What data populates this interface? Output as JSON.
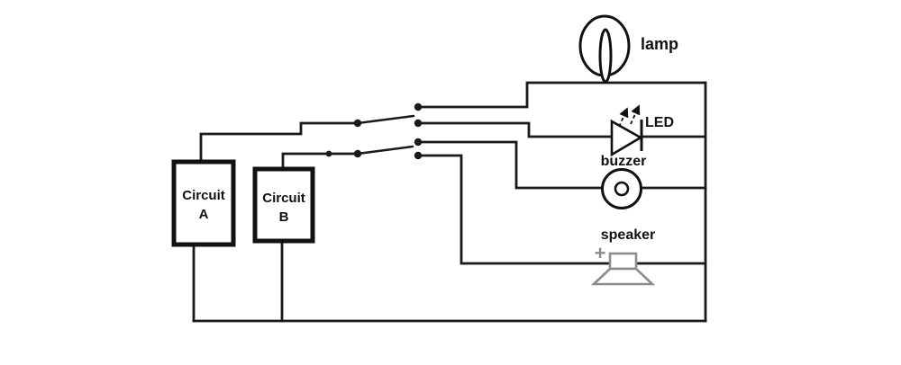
{
  "colors": {
    "wire": "#1a1a1a",
    "component_outline": "#111111",
    "speaker_symbol": "#8c8c8c",
    "background": "#ffffff"
  },
  "boxes": {
    "circuit_a": {
      "line1": "Circuit",
      "line2": "A"
    },
    "circuit_b": {
      "line1": "Circuit",
      "line2": "B"
    }
  },
  "outputs": {
    "lamp": {
      "label": "lamp"
    },
    "led": {
      "label": "LED"
    },
    "buzzer": {
      "label": "buzzer"
    },
    "speaker": {
      "label": "speaker",
      "polarity": "+"
    }
  },
  "switches": {
    "switch_a": {
      "type": "SPDT changeover",
      "pole": "Circuit A",
      "throw1": "lamp",
      "throw2": "LED"
    },
    "switch_b": {
      "type": "SPDT changeover",
      "pole": "Circuit B",
      "throw1": "buzzer",
      "throw2": "speaker"
    }
  }
}
